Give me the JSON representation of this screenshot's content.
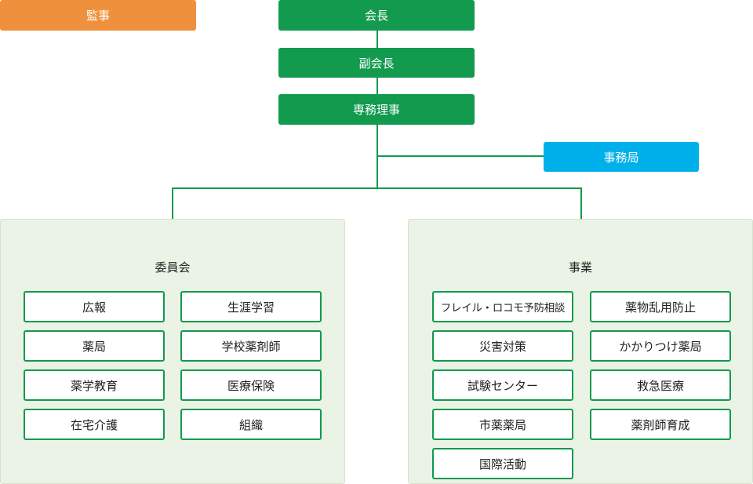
{
  "auditor": "監事",
  "president": "会長",
  "vice_president": "副会長",
  "managing_director": "専務理事",
  "secretariat": "事務局",
  "committees": {
    "title": "委員会",
    "items": [
      "広報",
      "生涯学習",
      "薬局",
      "学校薬剤師",
      "薬学教育",
      "医療保険",
      "在宅介護",
      "組織"
    ]
  },
  "projects": {
    "title": "事業",
    "items": [
      "フレイル・ロコモ予防相談",
      "薬物乱用防止",
      "災害対策",
      "かかりつけ薬局",
      "試験センター",
      "救急医療",
      "市薬薬局",
      "薬剤師育成",
      "国際活動"
    ]
  },
  "colors": {
    "green": "#129a4e",
    "orange": "#ef913c",
    "blue": "#00b0ea",
    "panel_bg": "#eaf3e5"
  }
}
